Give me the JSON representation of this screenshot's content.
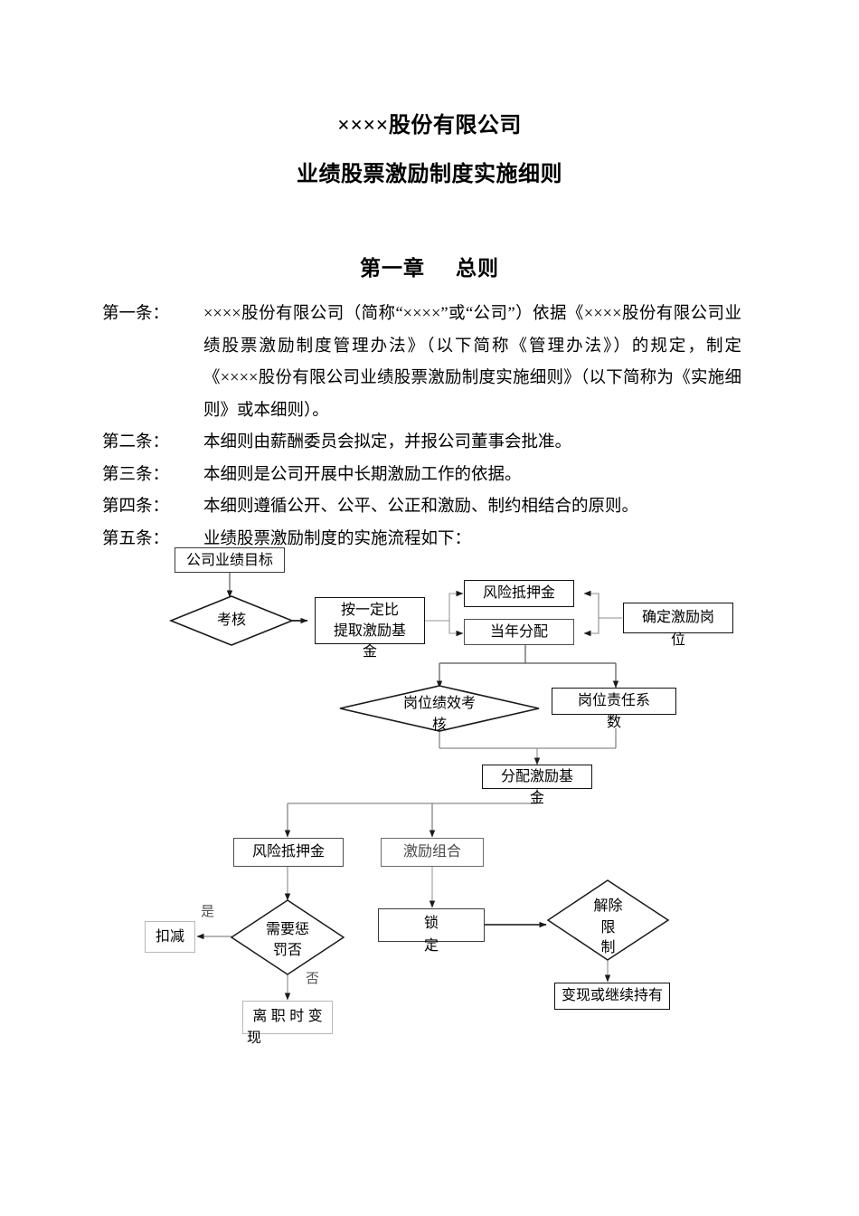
{
  "document": {
    "title": "××××股份有限公司",
    "subtitle": "业绩股票激励制度实施细则",
    "chapter": {
      "number": "第一章",
      "name": "总则"
    },
    "articles": [
      {
        "label": "第一条：",
        "text": "××××股份有限公司（简称“××××”或“公司”）依据《××××股份有限公司业绩股票激励制度管理办法》（以下简称《管理办法》）的规定，制定《××××股份有限公司业绩股票激励制度实施细则》（以下简称为《实施细则》或本细则）。"
      },
      {
        "label": "第二条：",
        "text": "本细则由薪酬委员会拟定，并报公司董事会批准。"
      },
      {
        "label": "第三条：",
        "text": "本细则是公司开展中长期激励工作的依据。"
      },
      {
        "label": "第四条：",
        "text": "本细则遵循公开、公平、公正和激励、制约相结合的原则。"
      },
      {
        "label": "第五条：",
        "text": "业绩股票激励制度的实施流程如下："
      }
    ]
  },
  "flowchart": {
    "nodes": {
      "company_goal": "公司业绩目标",
      "assessment": "考核",
      "extract_fund": "按一定比提取激励基金",
      "extract_fund_line1": "按一定比",
      "extract_fund_line2": "提取激励基",
      "extract_fund_line3": "金",
      "risk_deposit_top": "风险抵押金",
      "current_year_allocation": "当年分配",
      "confirm_post": "确定激励岗位",
      "confirm_post_line1": "确定激励岗",
      "confirm_post_line2": "位",
      "post_performance": "岗位绩效考核",
      "post_performance_line1": "岗位绩效考",
      "post_performance_line2": "核",
      "post_responsibility": "岗位责任系数",
      "post_responsibility_line1": "岗位责任系",
      "post_responsibility_line2": "数",
      "allocate_fund": "分配激励基金",
      "allocate_fund_line1": "分配激励基",
      "allocate_fund_line2": "金",
      "risk_deposit_bottom": "风险抵押金",
      "incentive_combo": "激励组合",
      "need_penalty": "需要惩罚否",
      "need_penalty_line1": "需要惩",
      "need_penalty_line2": "罚否",
      "deduct": "扣减",
      "resign_cash": "离职时变现",
      "resign_cash_line1": "离 职 时 变",
      "resign_cash_line2": "现",
      "lock": "锁定",
      "lock_line1": "锁",
      "lock_line2": "定",
      "release_restriction": "解除限制",
      "release_line1": "解除",
      "release_line2": "限",
      "release_line3": "制",
      "cash_or_hold": "变现或继续持有"
    },
    "edge_labels": {
      "yes": "是",
      "no": "否"
    },
    "colors": {
      "border_dark": "#1a1a1a",
      "border_mid": "#3a3a3a",
      "border_light": "#b7b7b7",
      "connector": "#6b6b6b",
      "text": "#000000"
    }
  }
}
